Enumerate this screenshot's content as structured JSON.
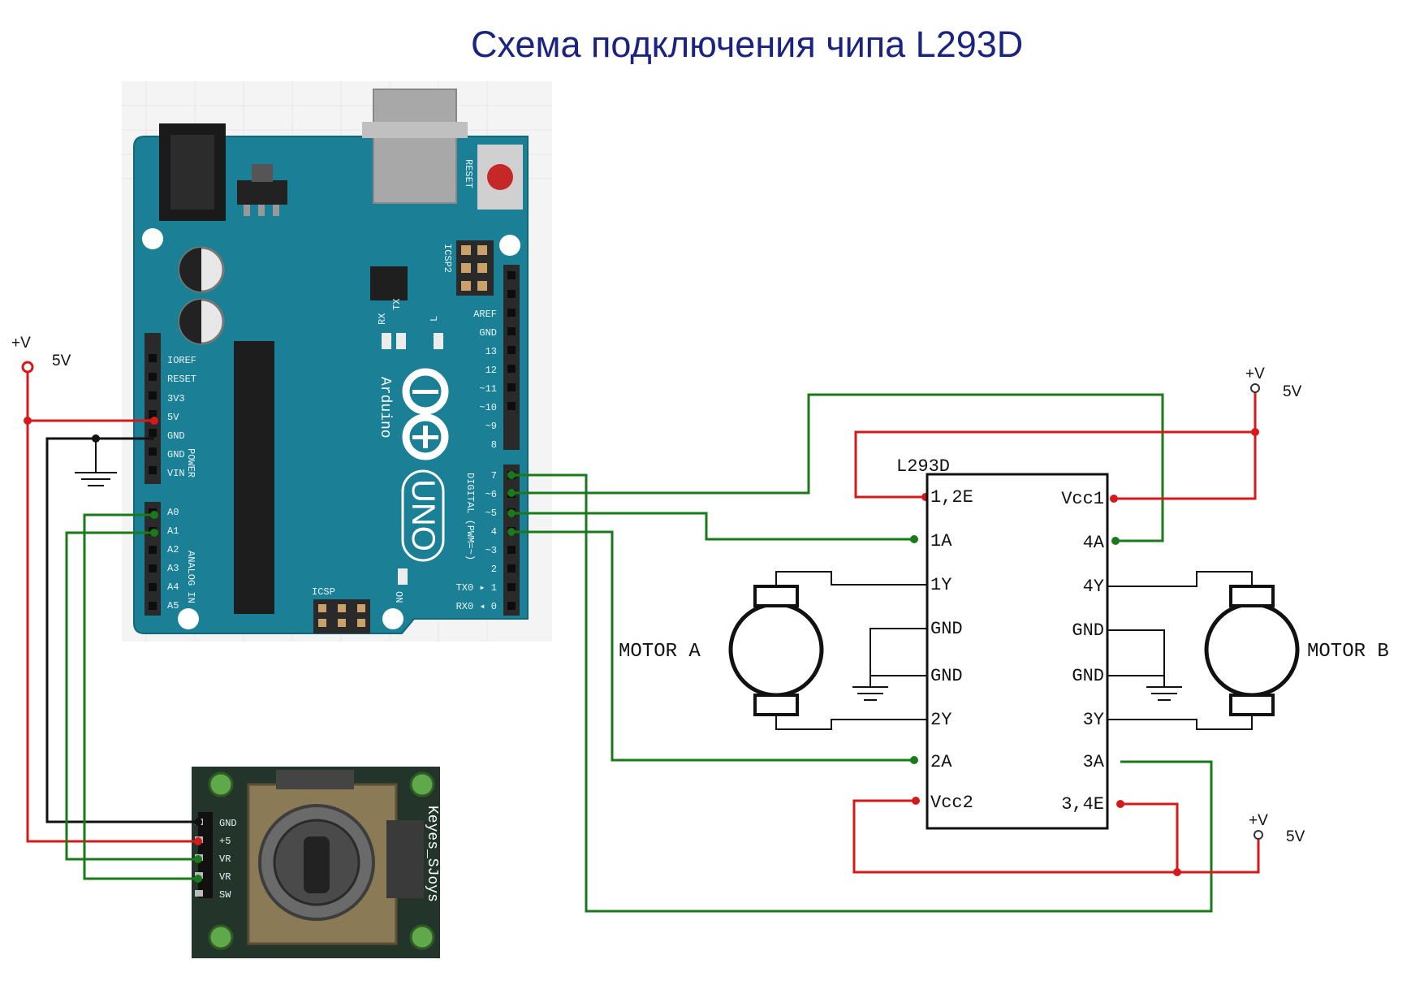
{
  "title": "Схема подключения чипа L293D",
  "power_labels": {
    "left_v": "+V",
    "left_5v": "5V",
    "top_v": "+V",
    "top_5v": "5V",
    "bottom_v": "+V",
    "bottom_5v": "5V"
  },
  "arduino": {
    "reset": "RESET",
    "icsp2": "ICSP2",
    "tx": "TX",
    "rx": "RX",
    "l": "L",
    "brand": "Arduino",
    "model": "UNO",
    "icsp": "ICSP",
    "on": "ON",
    "digital": "DIGITAL (PWM=~)",
    "power": "POWER",
    "analog_in": "ANALOG IN",
    "left_pins": [
      "IOREF",
      "RESET",
      "3V3",
      "5V",
      "GND",
      "GND",
      "VIN"
    ],
    "analog_pins": [
      "A0",
      "A1",
      "A2",
      "A3",
      "A4",
      "A5"
    ],
    "right_pins_top": [
      "AREF",
      "GND",
      "13",
      "12",
      "~11",
      "~10",
      "~9",
      "8"
    ],
    "right_pins_bottom": [
      "7",
      "~6",
      "~5",
      "4",
      "~3",
      "2",
      "TX0 ▸ 1",
      "RX0 ◂ 0"
    ]
  },
  "joystick": {
    "brand": "Keyes_SJoys",
    "pins": [
      "GND",
      "+5",
      "VR",
      "VR",
      "SW"
    ]
  },
  "chip": {
    "name": "L293D",
    "left_pins": [
      "1,2E",
      "1A",
      "1Y",
      "GND",
      "GND",
      "2Y",
      "2A",
      "Vcc2"
    ],
    "right_pins": [
      "Vcc1",
      "4A",
      "4Y",
      "GND",
      "GND",
      "3Y",
      "3A",
      "3,4E"
    ]
  },
  "motors": {
    "a": "MOTOR A",
    "b": "MOTOR B"
  },
  "colors": {
    "title": "#1a237e",
    "board": "#1b7f95",
    "power_wire": "#d61a1a",
    "signal_wire": "#1a7a1a",
    "ground_wire": "#111111"
  }
}
